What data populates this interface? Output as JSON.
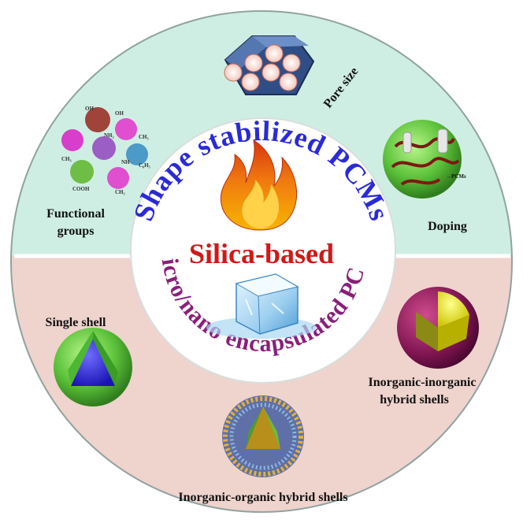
{
  "center": {
    "top_arc": "Shape stabilized PCMs",
    "bottom_arc": "Micro/nano encapsulated PCMs",
    "label": "Silica-based"
  },
  "top_half": {
    "functional_groups": {
      "label_line1": "Functional",
      "label_line2": "groups"
    },
    "pore_size": {
      "label": "Pore size"
    },
    "doping": {
      "label": "Doping"
    }
  },
  "bottom_half": {
    "single_shell": {
      "label": "Single shell"
    },
    "inorganic_inorganic": {
      "label_line1": "Inorganic-inorganic",
      "label_line2": "hybrid shells"
    },
    "inorganic_organic": {
      "label": "Inorganic-organic hybrid shells"
    }
  },
  "colors": {
    "top_ring": "#cfeee3",
    "bottom_ring": "#efd3cd",
    "top_arc_text": "#2a2ad6",
    "bottom_arc_text": "#8a1f7a",
    "silica_text": "#d11818",
    "ring_outline": "#8fa3a0"
  }
}
